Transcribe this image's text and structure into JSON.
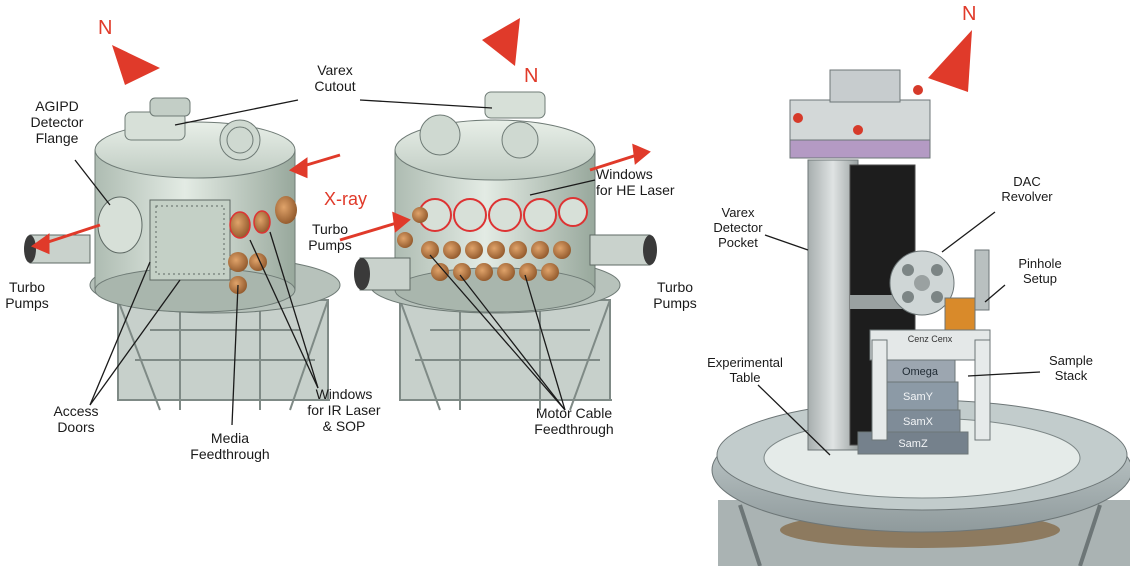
{
  "labels": {
    "north_left": "N",
    "north_middle": "N",
    "north_right": "N",
    "varex_cutout": "Varex\nCutout",
    "agipd_flange": "AGIPD\nDetector\nFlange",
    "xray": "X-ray",
    "windows_he": "Windows\nfor HE Laser",
    "turbo_left": "Turbo\nPumps",
    "turbo_middle": "Turbo\nPumps",
    "turbo_right": "Turbo\nPumps",
    "access_doors": "Access\nDoors",
    "media_feedthrough": "Media\nFeedthrough",
    "windows_ir": "Windows\nfor IR Laser\n& SOP",
    "motor_cable": "Motor Cable\nFeedthrough",
    "varex_pocket": "Varex\nDetector\nPocket",
    "dac_revolver": "DAC\nRevolver",
    "pinhole_setup": "Pinhole\nSetup",
    "sample_stack": "Sample\nStack",
    "experimental_table": "Experimental\nTable"
  },
  "stage_labels": {
    "cenz_cenx": "Cenz Cenx",
    "omega": "Omega",
    "samy": "SamY",
    "samx": "SamX",
    "samz": "SamZ"
  },
  "colors": {
    "arrow_red": "#e03a2a",
    "chamber_green": "#cdd8cf",
    "flange_copper": "#b8743e",
    "frame_grey": "#9aa3a3"
  }
}
